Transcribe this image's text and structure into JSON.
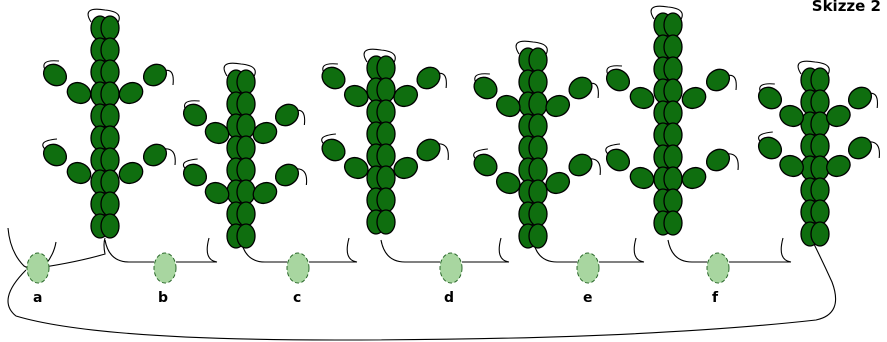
{
  "title": "Skizze 2",
  "connectors": [
    {
      "label": "a"
    },
    {
      "label": "b"
    },
    {
      "label": "c"
    },
    {
      "label": "d"
    },
    {
      "label": "e"
    },
    {
      "label": "f"
    }
  ],
  "motif_count": 6,
  "colors": {
    "bead": "#0f6e0f",
    "connector_bead": "#a8d6a0",
    "thread": "#000000"
  }
}
